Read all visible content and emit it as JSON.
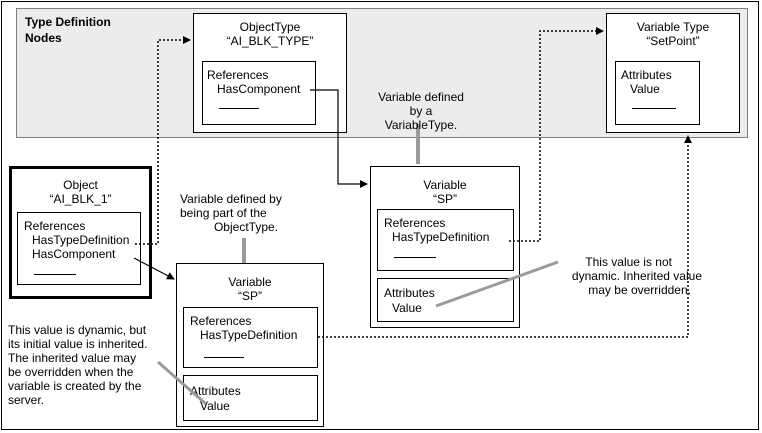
{
  "band": {
    "title_line1": "Type Definition",
    "title_line2": "Nodes"
  },
  "objecttype": {
    "line1": "ObjectType",
    "line2": "“AI_BLK_TYPE”",
    "references_label": "References",
    "ref1": "HasComponent"
  },
  "vartype": {
    "line1": "Variable Type",
    "line2": "“SetPoint”",
    "attributes_label": "Attributes",
    "attr1": "Value"
  },
  "object": {
    "line1": "Object",
    "line2": "“AI_BLK_1”",
    "references_label": "References",
    "ref1": "HasTypeDefinition",
    "ref2": "HasComponent"
  },
  "var_mid": {
    "line1": "Variable",
    "line2": "“SP”",
    "references_label": "References",
    "ref1": "HasTypeDefinition",
    "attributes_label": "Attributes",
    "attr1": "Value"
  },
  "var_bottom": {
    "line1": "Variable",
    "line2": "“SP”",
    "references_label": "References",
    "ref1": "HasTypeDefinition",
    "attributes_label": "Attributes",
    "attr1": "Value"
  },
  "notes": {
    "vartype_defined": [
      "Variable defined by a",
      "VariableType."
    ],
    "objtype_defined": [
      "Variable defined by",
      "being part of the",
      "ObjectType."
    ],
    "not_dynamic": [
      "This value is not",
      "dynamic. Inherited value",
      "may be overridden."
    ],
    "dynamic": [
      "This value is dynamic, but",
      "its initial value is inherited.",
      "The inherited value may",
      "be overridden when the",
      "variable is created by the",
      "server."
    ]
  }
}
